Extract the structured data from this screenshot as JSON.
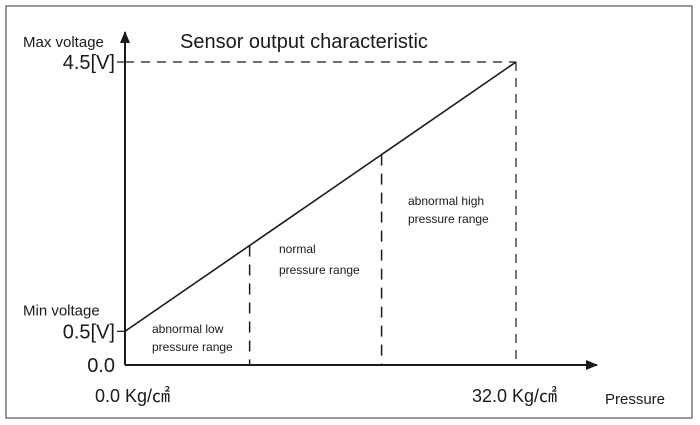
{
  "chart_data": {
    "type": "line",
    "title": "Sensor output characteristic",
    "xlabel": "Pressure",
    "ylabel": "",
    "x_min": 0.0,
    "x_max": 32.0,
    "x_unit": "Kg/㎠",
    "x_labels": {
      "min": "0.0 Kg/㎠",
      "max": "32.0 Kg/㎠"
    },
    "y_min": 0.0,
    "y_max": 4.5,
    "y_labels": {
      "origin": "0.0",
      "min_voltage_label": "Min voltage",
      "min_voltage_value": "0.5[V]",
      "max_voltage_label": "Max voltage",
      "max_voltage_value": "4.5[V]"
    },
    "series": [
      {
        "x": [
          0.0,
          32.0
        ],
        "y": [
          0.5,
          4.5
        ]
      }
    ],
    "ranges": [
      {
        "label_lines": [
          "abnormal low",
          "pressure range"
        ],
        "x_from": 0.0,
        "x_to": 10.2
      },
      {
        "label_lines": [
          "normal",
          "pressure range"
        ],
        "x_from": 10.2,
        "x_to": 21.0
      },
      {
        "label_lines": [
          "abnormal high",
          "pressure range"
        ],
        "x_from": 21.0,
        "x_to": 32.0
      }
    ],
    "boundaries_x": [
      10.2,
      21.0
    ],
    "colors": {
      "line": "#1a1a1a",
      "frame": "#555555"
    }
  }
}
